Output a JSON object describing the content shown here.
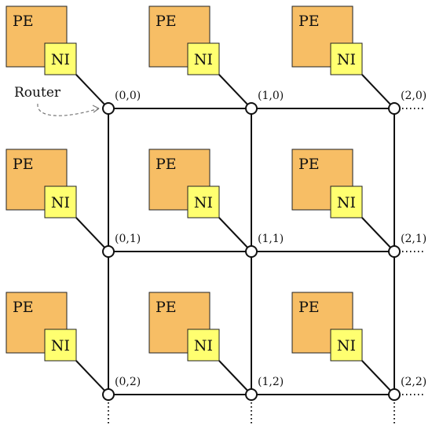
{
  "diagram": {
    "pe_label": "PE",
    "ni_label": "NI",
    "router_label": "Router",
    "colors": {
      "pe_fill": "#F7BE65",
      "pe_stroke": "#222222",
      "ni_fill": "#FFFF70",
      "ni_stroke": "#222222",
      "link": "#111111",
      "router_fill": "#ffffff",
      "annotation_arrow": "#777777"
    },
    "grid": {
      "columns": 3,
      "rows": 3
    },
    "nodes": [
      {
        "col": 0,
        "row": 0,
        "label": "(0,0)"
      },
      {
        "col": 1,
        "row": 0,
        "label": "(1,0)"
      },
      {
        "col": 2,
        "row": 0,
        "label": "(2,0)"
      },
      {
        "col": 0,
        "row": 1,
        "label": "(0,1)"
      },
      {
        "col": 1,
        "row": 1,
        "label": "(1,1)"
      },
      {
        "col": 2,
        "row": 1,
        "label": "(2,1)"
      },
      {
        "col": 0,
        "row": 2,
        "label": "(0,2)"
      },
      {
        "col": 1,
        "row": 2,
        "label": "(1,2)"
      },
      {
        "col": 2,
        "row": 2,
        "label": "(2,2)"
      }
    ]
  }
}
